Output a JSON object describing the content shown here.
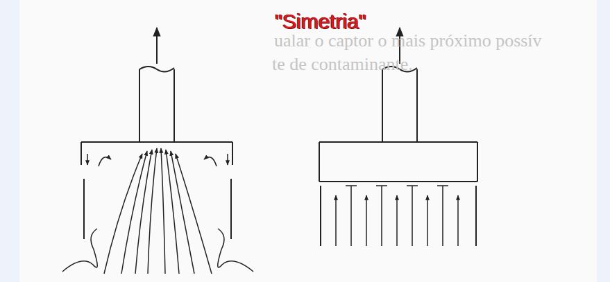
{
  "diagram": {
    "title": "\"Simetria\"",
    "labels": [
      "ualar o captor o mais próximo possív",
      "te de contaminante."
    ]
  }
}
